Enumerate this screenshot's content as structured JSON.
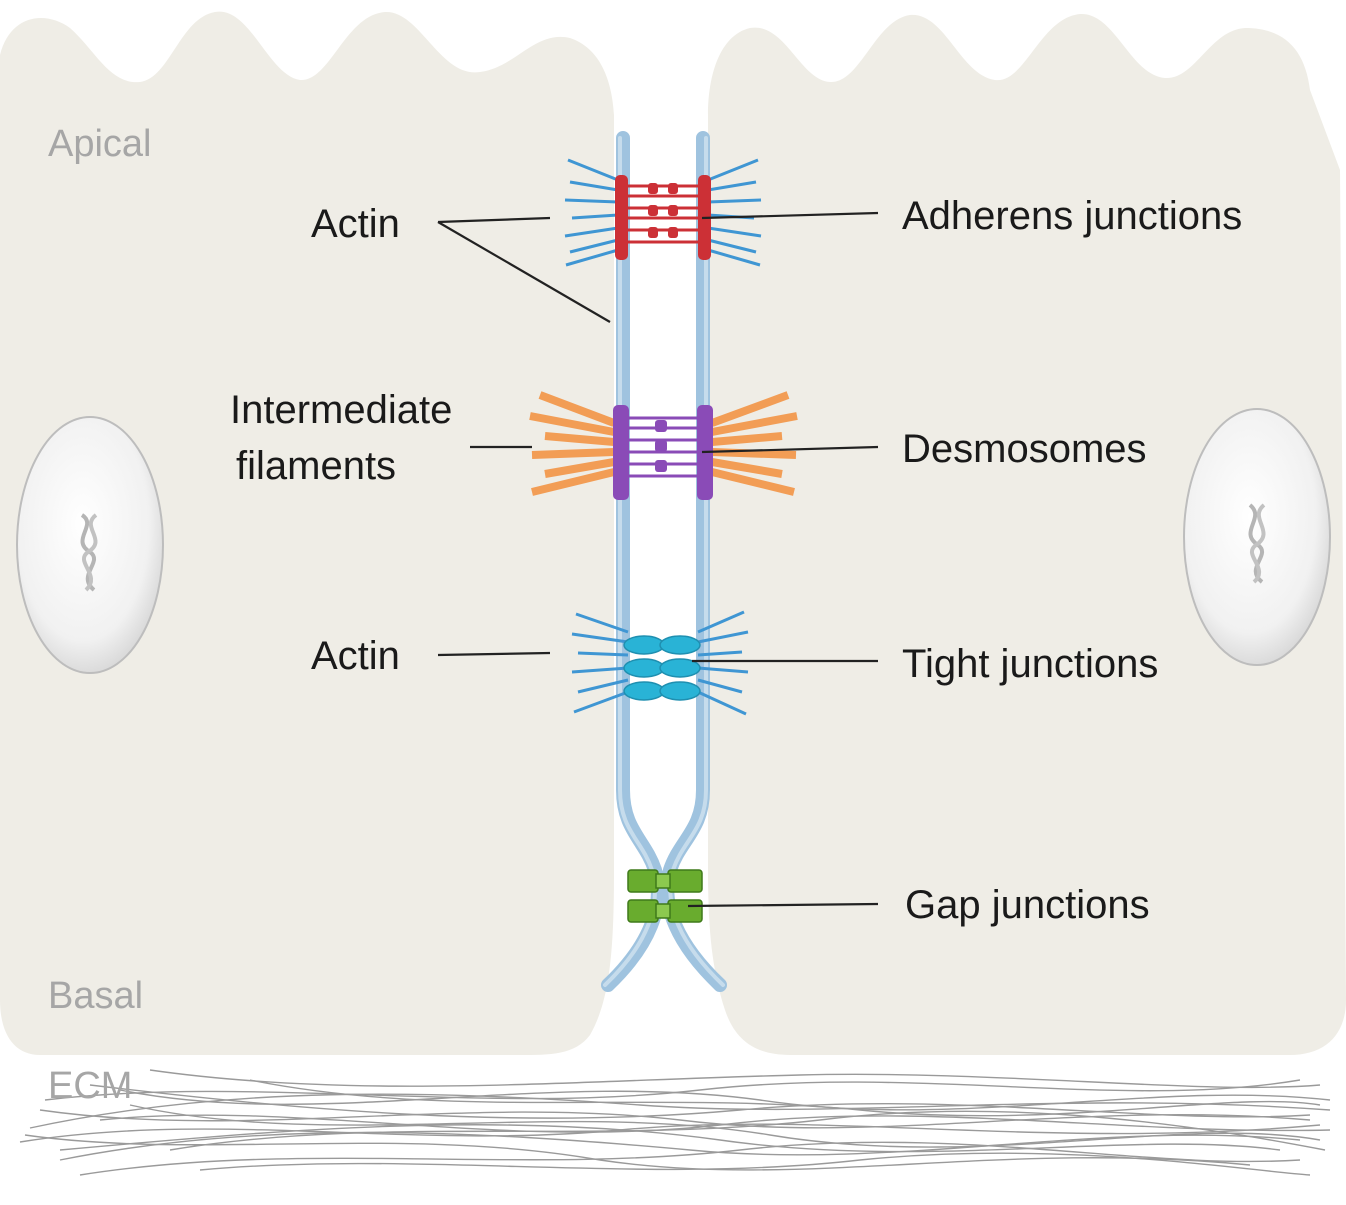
{
  "diagram": {
    "regions": {
      "apical": "Apical",
      "basal": "Basal",
      "ecm": "ECM"
    },
    "labels": {
      "actin_top": "Actin",
      "intermediate_line1": "Intermediate",
      "intermediate_line2": "filaments",
      "actin_bottom": "Actin",
      "adherens": "Adherens junctions",
      "desmosomes": "Desmosomes",
      "tight": "Tight junctions",
      "gap": "Gap junctions"
    },
    "colors": {
      "cell_body": "#efede6",
      "membrane": "#9fc3df",
      "actin": "#3f96d3",
      "adherens": "#cc3036",
      "desmosome": "#8a4bb7",
      "intermediate_filaments": "#f29d55",
      "tight_junction": "#29b3d6",
      "gap_junction": "#69ac2e",
      "nucleus": "#f7f7f7",
      "ecm_fibers": "#9a9a9a"
    }
  }
}
